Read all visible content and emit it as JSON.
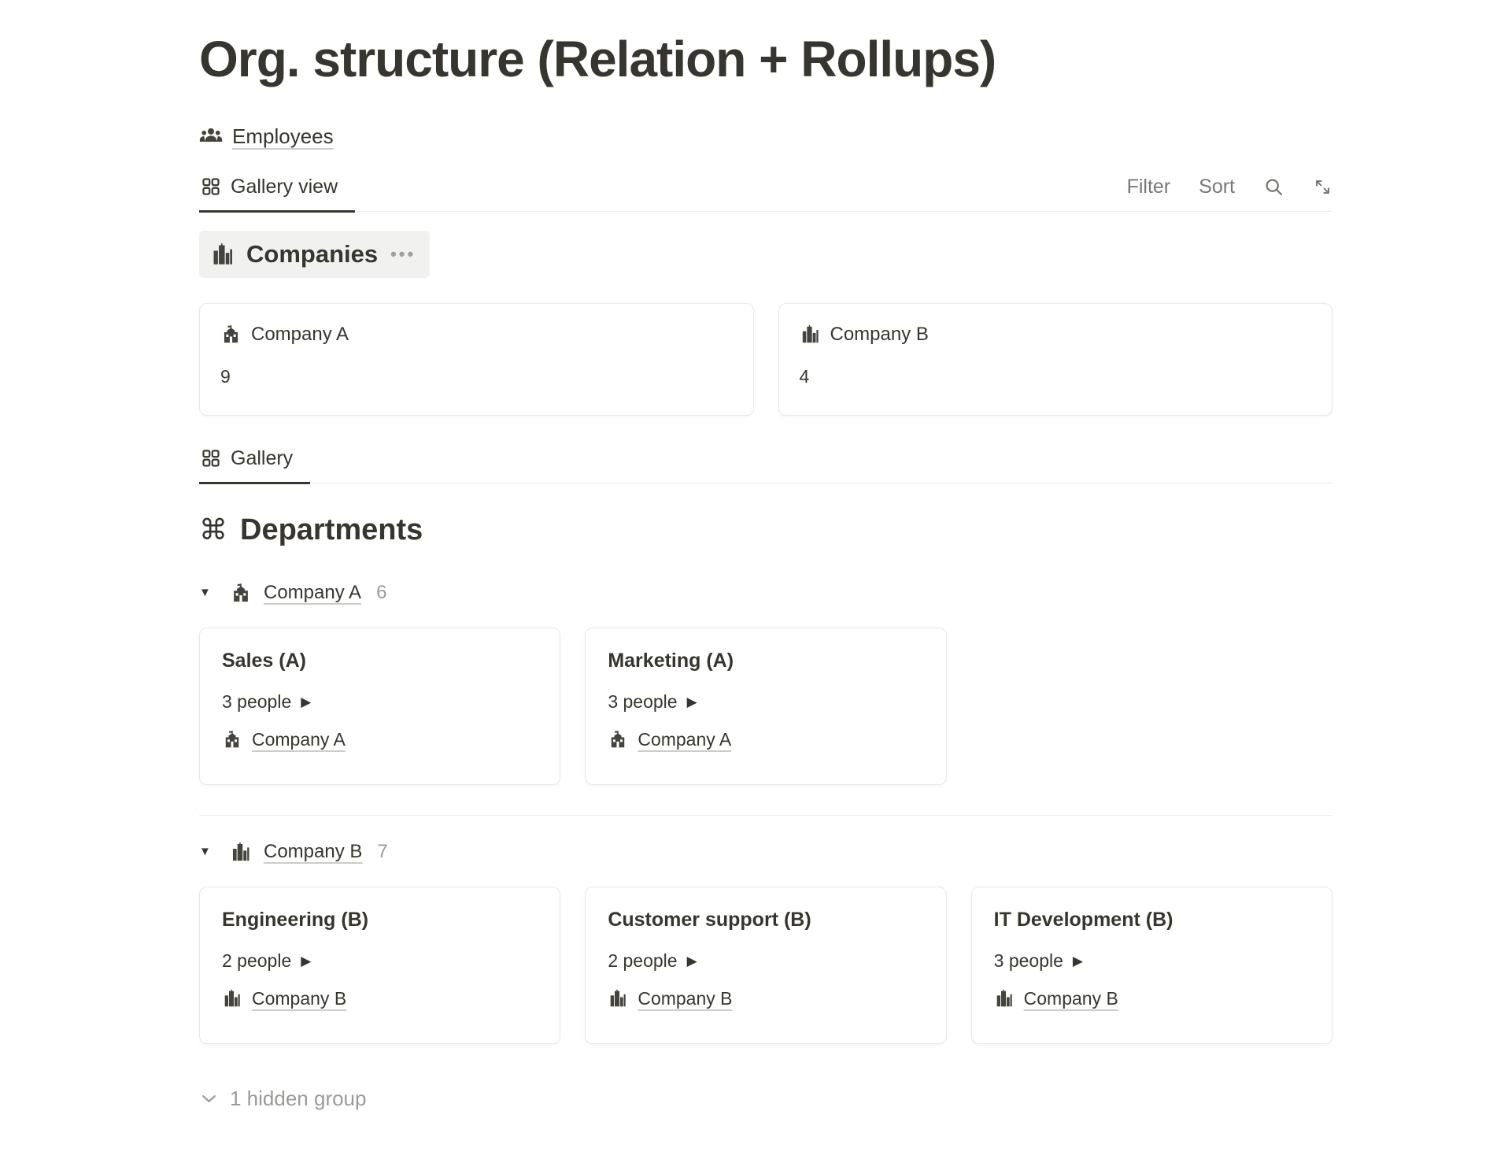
{
  "page_title": "Org. structure (Relation + Rollups)",
  "breadcrumb": {
    "label": "Employees"
  },
  "toolbar": {
    "active_tab": "Gallery view",
    "filter": "Filter",
    "sort": "Sort"
  },
  "glyphs": {
    "triangle_down": "▼",
    "triangle_right": "▶",
    "command": "⌘",
    "dots": "•••"
  },
  "companies": {
    "title": "Companies",
    "cards": [
      {
        "name": "Company A",
        "count": "9"
      },
      {
        "name": "Company B",
        "count": "4"
      }
    ]
  },
  "gallery_tab": "Gallery",
  "departments": {
    "title": "Departments",
    "groups": [
      {
        "company": "Company A",
        "count": "6",
        "cards": [
          {
            "title": "Sales (A)",
            "people": "3 people",
            "company": "Company A"
          },
          {
            "title": "Marketing (A)",
            "people": "3 people",
            "company": "Company A"
          }
        ]
      },
      {
        "company": "Company B",
        "count": "7",
        "cards": [
          {
            "title": "Engineering (B)",
            "people": "2 people",
            "company": "Company B"
          },
          {
            "title": "Customer support (B)",
            "people": "2 people",
            "company": "Company B"
          },
          {
            "title": "IT Development (B)",
            "people": "3 people",
            "company": "Company B"
          }
        ]
      }
    ],
    "hidden": "1 hidden group"
  },
  "colors": {
    "text": "#37352f",
    "muted": "#787774",
    "faint": "#9b9a97",
    "border": "#e9e9e7",
    "pill_bg": "#f1f1ef"
  },
  "icons": {
    "breadcrumb": "people-group-icon",
    "tabs": "gallery-grid-icon",
    "companies_header": "city-buildings-icon",
    "company_a": "school-building-icon",
    "company_b": "city-buildings-icon",
    "search": "search-icon",
    "expand": "expand-icon",
    "hidden_toggle": "chevron-down-icon"
  }
}
